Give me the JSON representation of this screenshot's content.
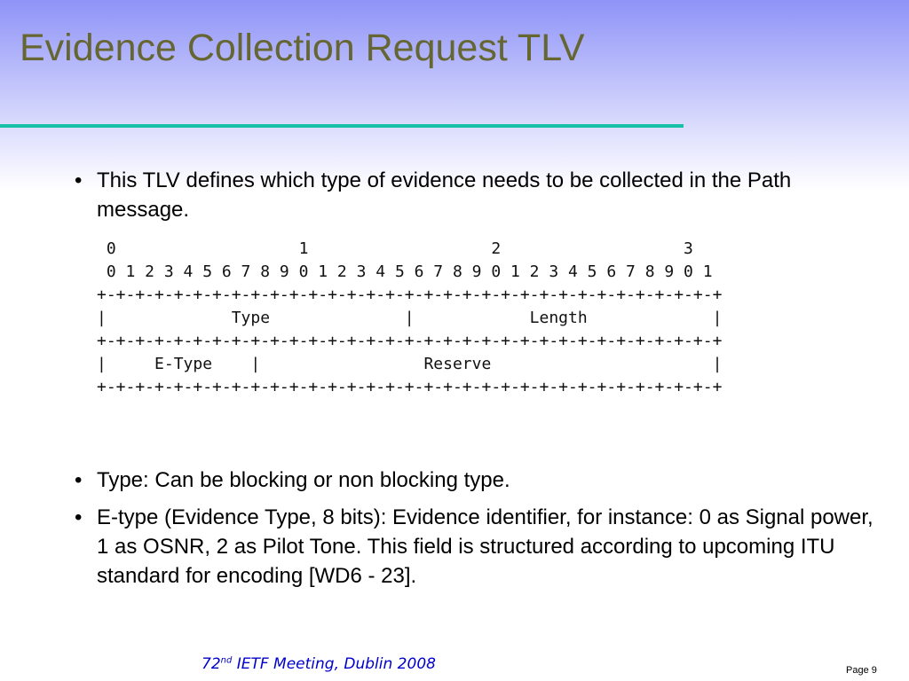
{
  "slide": {
    "title": "Evidence Collection Request TLV",
    "bullets": [
      {
        "marker": "•",
        "text": "This TLV defines which type of evidence needs to be collected in the Path message."
      },
      {
        "marker": "•",
        "text": "Type:  Can be blocking or non blocking type."
      },
      {
        "marker": "•",
        "text": "E-type (Evidence Type, 8 bits): Evidence identifier, for instance: 0 as Signal power, 1 as OSNR, 2 as Pilot Tone. This field is structured according to upcoming ITU standard for encoding [WD6 - 23]."
      }
    ],
    "diagram": [
      " 0                   1                   2                   3",
      " 0 1 2 3 4 5 6 7 8 9 0 1 2 3 4 5 6 7 8 9 0 1 2 3 4 5 6 7 8 9 0 1",
      "+-+-+-+-+-+-+-+-+-+-+-+-+-+-+-+-+-+-+-+-+-+-+-+-+-+-+-+-+-+-+-+-+",
      "|             Type              |            Length             |",
      "+-+-+-+-+-+-+-+-+-+-+-+-+-+-+-+-+-+-+-+-+-+-+-+-+-+-+-+-+-+-+-+-+",
      "|     E-Type    |                 Reserve                       |",
      "+-+-+-+-+-+-+-+-+-+-+-+-+-+-+-+-+-+-+-+-+-+-+-+-+-+-+-+-+-+-+-+-+"
    ]
  },
  "footer": {
    "meeting_number": "72",
    "meeting_suffix": "nd",
    "meeting_text": " IETF Meeting, Dublin 2008",
    "page_label": "Page 9"
  }
}
